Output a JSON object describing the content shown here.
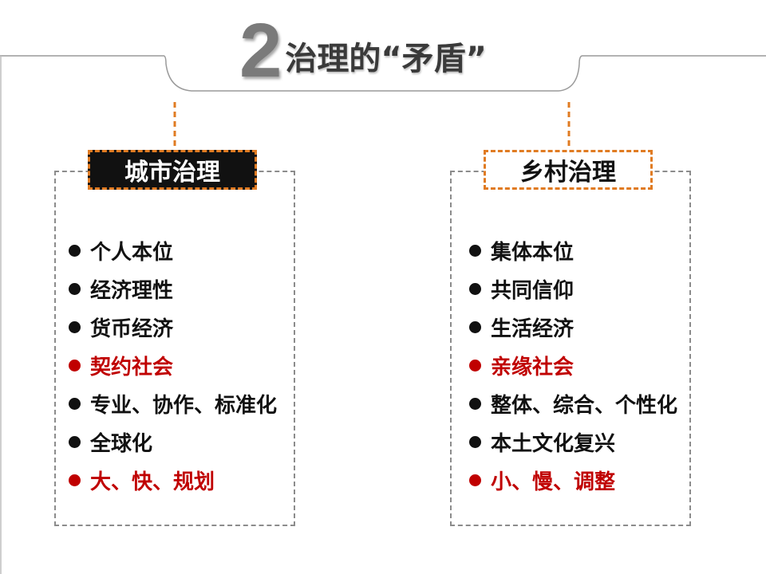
{
  "title": {
    "number": "2",
    "text": "治理的“矛盾”"
  },
  "left": {
    "header": "城市治理",
    "items": [
      {
        "text": "个人本位",
        "highlight": false
      },
      {
        "text": "经济理性",
        "highlight": false
      },
      {
        "text": "货币经济",
        "highlight": false
      },
      {
        "text": "契约社会",
        "highlight": true
      },
      {
        "text": "专业、协作、标准化",
        "highlight": false
      },
      {
        "text": "全球化",
        "highlight": false
      },
      {
        "text": "大、快、规划",
        "highlight": true
      }
    ]
  },
  "right": {
    "header": "乡村治理",
    "items": [
      {
        "text": "集体本位",
        "highlight": false
      },
      {
        "text": "共同信仰",
        "highlight": false
      },
      {
        "text": "生活经济",
        "highlight": false
      },
      {
        "text": "亲缘社会",
        "highlight": true
      },
      {
        "text": "整体、综合、个性化",
        "highlight": false
      },
      {
        "text": "本土文化复兴",
        "highlight": false
      },
      {
        "text": "小、慢、调整",
        "highlight": true
      }
    ]
  },
  "colors": {
    "accent_orange": "#e07b22",
    "highlight_red": "#c00000",
    "text_dark": "#111111",
    "frame_gray": "#8c8c8c"
  }
}
